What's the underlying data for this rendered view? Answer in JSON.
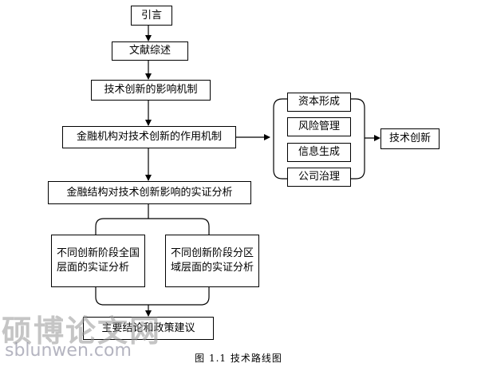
{
  "nodes": {
    "intro": "引言",
    "review": "文献综述",
    "mechanism": "技术创新的影响机制",
    "finance_mech": "金融机构对技术创新的作用机制",
    "structure_analysis": "金融结构对技术创新影响的实证分析",
    "stage_national": "不同创新阶段全国层面的实证分析",
    "stage_regional": "不同创新阶段分区域层面的实证分析",
    "conclusion": "主要结论和政策建议",
    "capital": "资本形成",
    "risk": "风险管理",
    "info": "信息生成",
    "governance": "公司治理",
    "innovation": "技术创新"
  },
  "caption": "图 1.1  技术路线图",
  "watermark": {
    "cn": "硕博论文网",
    "en": "sblunwen.com"
  }
}
